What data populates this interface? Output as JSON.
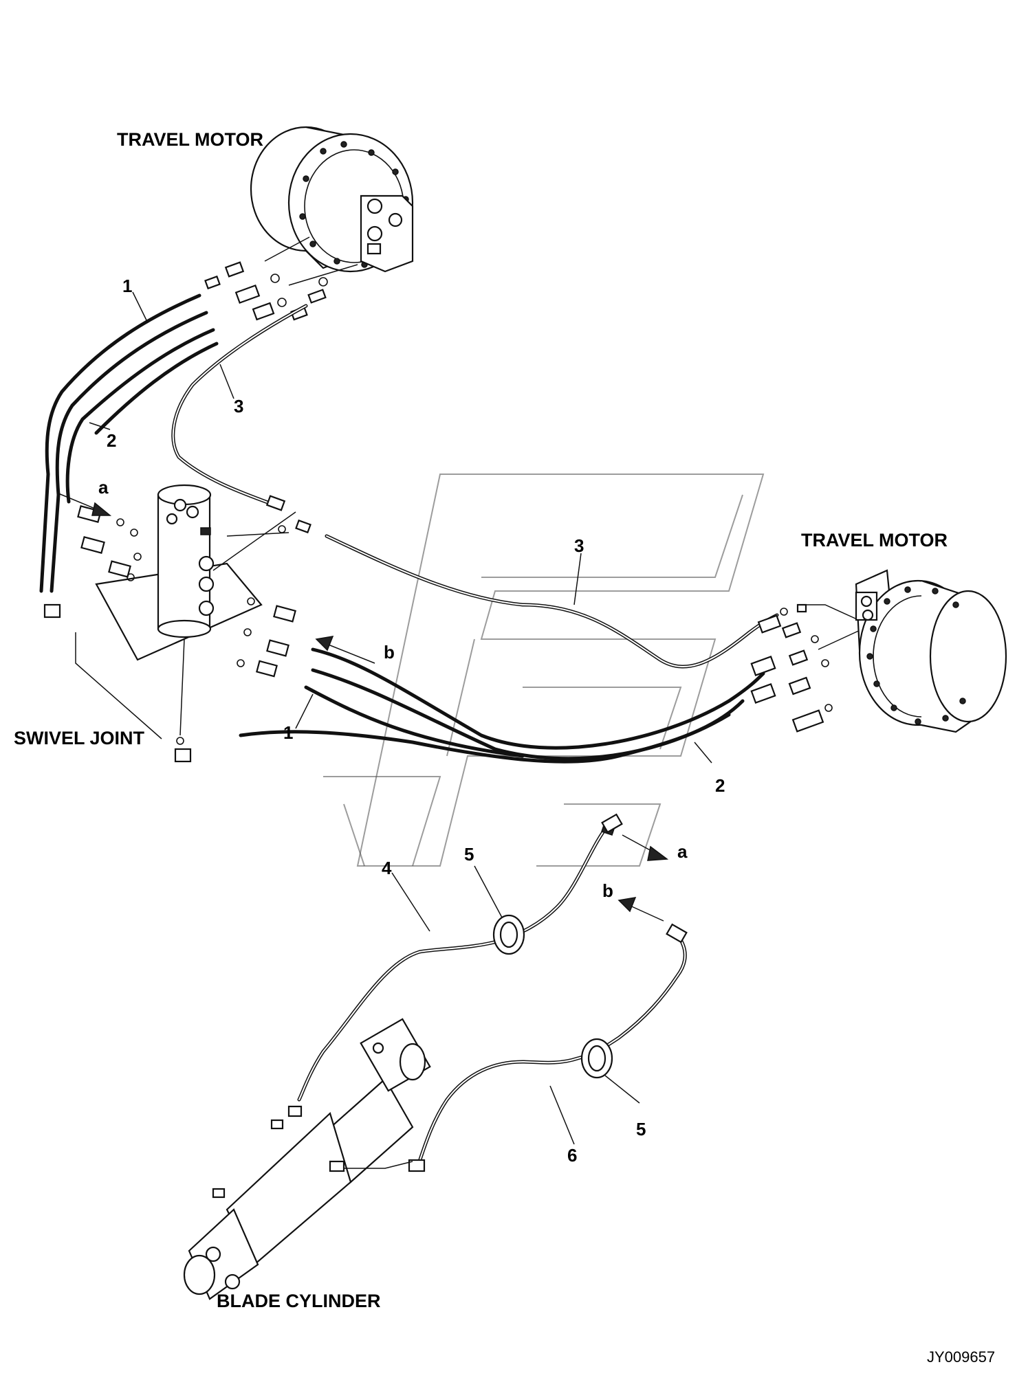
{
  "labels": {
    "travel_motor_top": "TRAVEL MOTOR",
    "travel_motor_right": "TRAVEL MOTOR",
    "swivel_joint": "SWIVEL JOINT",
    "blade_cylinder": "BLADE CYLINDER"
  },
  "callouts": {
    "top_1": "1",
    "top_2": "2",
    "top_3": "3",
    "mid_1": "1",
    "mid_3": "3",
    "right_2": "2",
    "low_4": "4",
    "low_5a": "5",
    "low_5b": "5",
    "low_6": "6"
  },
  "arrows": {
    "a_upper": "a",
    "b_upper": "b",
    "a_lower": "a",
    "b_lower": "b"
  },
  "document_id": "JY009657"
}
